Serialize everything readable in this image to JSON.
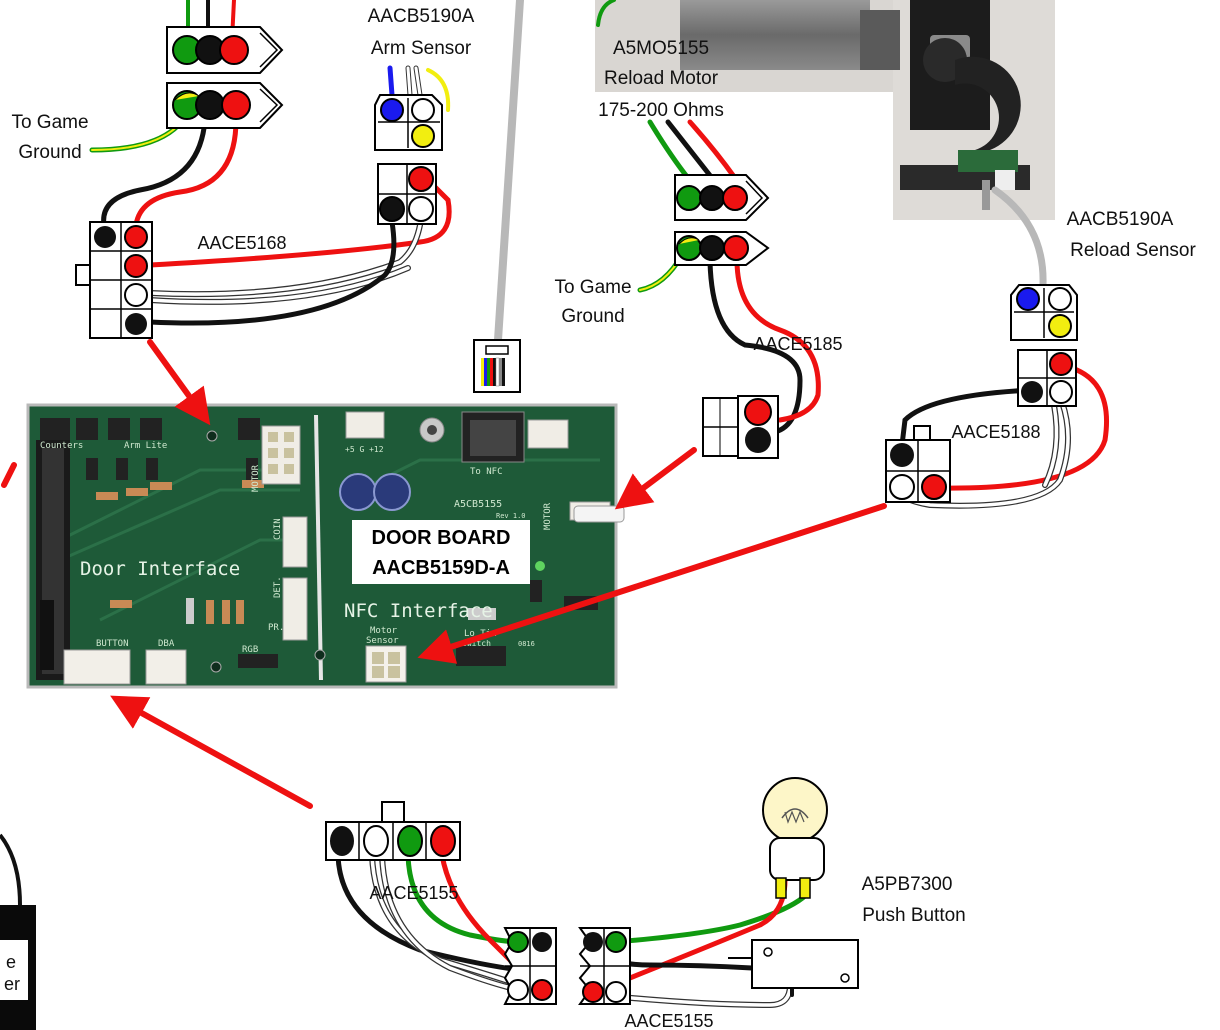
{
  "colors": {
    "wire_red": "#ee1111",
    "wire_green": "#109a10",
    "wire_black": "#111111",
    "wire_blue": "#1a1aee",
    "wire_yellow": "#f2ee10",
    "wire_gray": "#b8b8b8",
    "arrow": "#ee1111",
    "pcb": "#1e5a38"
  },
  "labels": {
    "arm_sensor_part": "AACB5190A",
    "arm_sensor_name": "Arm Sensor",
    "reload_motor_part": "A5MO5155",
    "reload_motor_name": "Reload Motor",
    "reload_motor_ohms": "175-200 Ohms",
    "reload_sensor_part": "AACB5190A",
    "reload_sensor_name": "Reload Sensor",
    "ground_left_1": "To Game",
    "ground_left_2": "Ground",
    "ground_right_1": "To Game",
    "ground_right_2": "Ground",
    "cable_5168": "AACE5168",
    "cable_5185": "AACE5185",
    "cable_5188": "AACE5188",
    "cable_5155_a": "AACE5155",
    "cable_5155_b": "AACE5155",
    "push_button_part": "A5PB7300",
    "push_button_name": "Push Button",
    "door_board_title": "DOOR BOARD",
    "door_board_part": "AACB5159D-A",
    "edge_text_1": "e",
    "edge_text_2": "er"
  },
  "pcb": {
    "door_interface": "Door  Interface",
    "nfc_interface": "NFC  Interface",
    "counters": "Counters",
    "arm_lite": "Arm Lite",
    "motor": "MOTOR",
    "coin": "COIN",
    "det": "DET.",
    "pr": "PR.",
    "button": "BUTTON",
    "dba": "DBA",
    "rgb": "RGB",
    "motor_sensor_1": "Motor",
    "motor_sensor_2": "Sensor",
    "to_nfc": "To NFC",
    "a5cb": "A5CB5155",
    "rev": "Rev 1.0",
    "motor_right": "MOTOR",
    "lo_tix": "Lo Tix",
    "switch": "Switch",
    "volt": "+5 G +12",
    "date": "0816"
  }
}
